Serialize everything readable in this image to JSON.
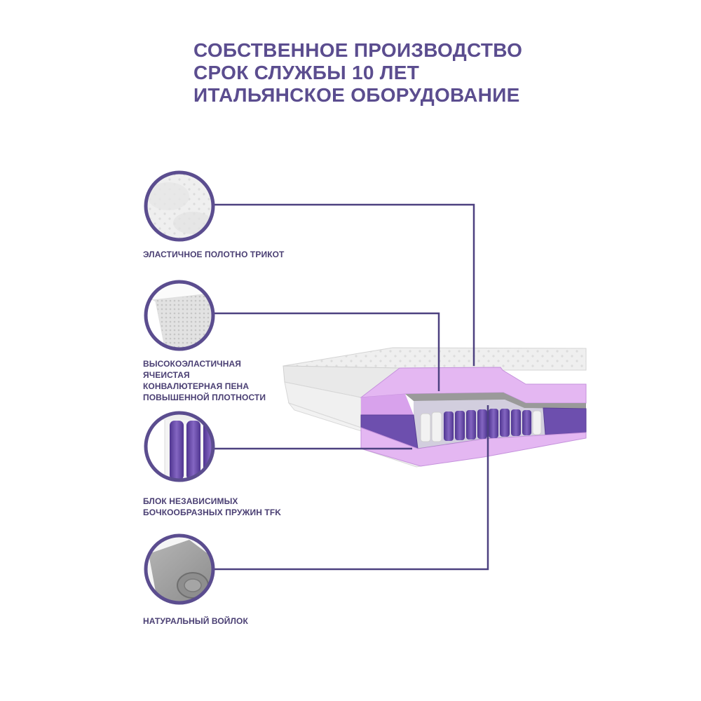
{
  "headline": {
    "line1": "СОБСТВЕННОЕ ПРОИЗВОДСТВО",
    "line2": "СРОК СЛУЖБЫ 10 ЛЕТ",
    "line3": "ИТАЛЬЯНСКОЕ ОБОРУДОВАНИЕ"
  },
  "layers": [
    {
      "lines": [
        "ЭЛАСТИЧНОЕ ПОЛОТНО ТРИКОТ"
      ],
      "icon": "knit-fabric-icon"
    },
    {
      "lines": [
        "ВЫСОКОЭЛАСТИЧНАЯ",
        "ЯЧЕИСТАЯ",
        "КОНВАЛЮТЕРНАЯ ПЕНА",
        "ПОВЫШЕННОЙ ПЛОТНОСТИ"
      ],
      "icon": "foam-icon"
    },
    {
      "lines": [
        "БЛОК НЕЗАВИСИМЫХ",
        "БОЧКООБРАЗНЫХ ПРУЖИН TFK"
      ],
      "icon": "springs-icon"
    },
    {
      "lines": [
        "НАТУРАЛЬНЫЙ ВОЙЛОК"
      ],
      "icon": "felt-roll-icon"
    }
  ],
  "colors": {
    "accent": "#5b4d8f",
    "line": "#4d4180",
    "foam": "#d9a8ee",
    "spring": "#6a4ba6",
    "fabric": "#eeeeee"
  }
}
